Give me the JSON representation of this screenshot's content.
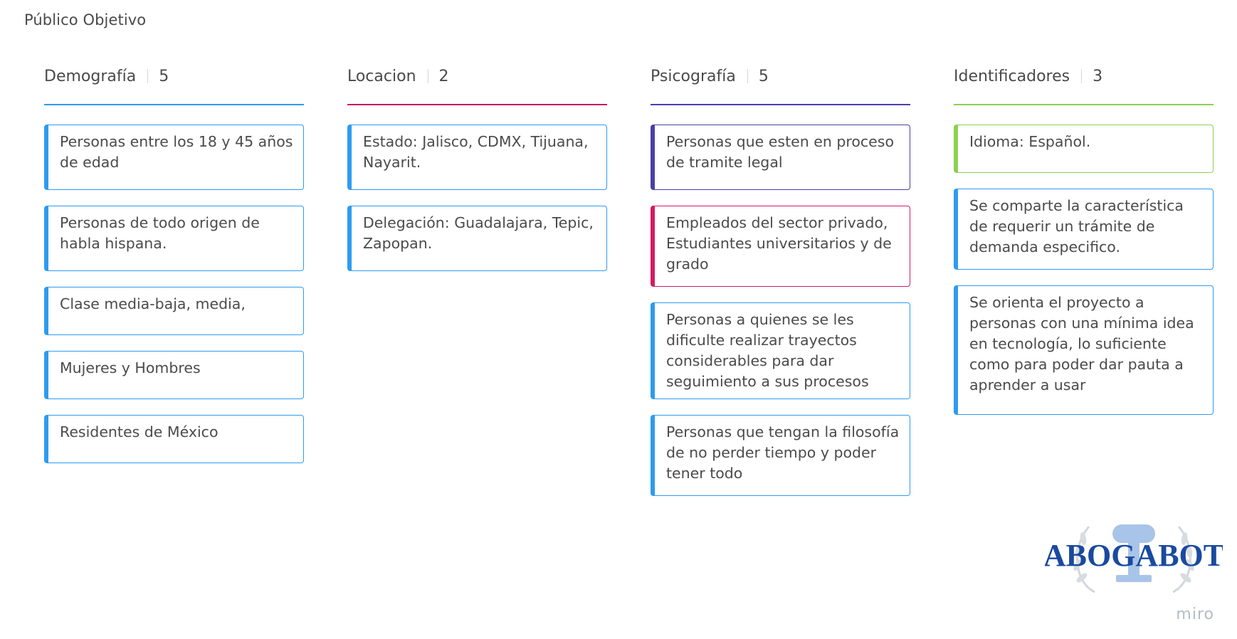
{
  "board": {
    "title": "Público Objetivo"
  },
  "columns": [
    {
      "title": "Demografía",
      "count": "5",
      "color": "#2d9bf0",
      "cards": [
        {
          "text": "Personas entre los 18 y 45 años de edad",
          "color": "#2d9bf0"
        },
        {
          "text": "Personas de todo origen de habla hispana.",
          "color": "#2d9bf0"
        },
        {
          "text": "Clase media-baja, media,",
          "color": "#2d9bf0"
        },
        {
          "text": "Mujeres y Hombres",
          "color": "#2d9bf0"
        },
        {
          "text": "Residentes de México",
          "color": "#2d9bf0"
        }
      ]
    },
    {
      "title": "Locacion",
      "count": "2",
      "color": "#c71a5c",
      "cards": [
        {
          "text": "Estado: Jalisco, CDMX, Tijuana, Nayarit.",
          "color": "#2d9bf0"
        },
        {
          "text": "Delegación: Guadalajara, Tepic, Zapopan.",
          "color": "#2d9bf0"
        }
      ]
    },
    {
      "title": "Psicografía",
      "count": "5",
      "color": "#4a3fa8",
      "cards": [
        {
          "text": "Personas que esten en proceso de tramite legal",
          "color": "#4a3fa8"
        },
        {
          "text": "Empleados del sector privado, Estudiantes universitarios y de grado",
          "color": "#d61b62"
        },
        {
          "text": "Personas a quienes se les dificulte realizar trayectos considerables para dar seguimiento a sus procesos",
          "color": "#2d9bf0"
        },
        {
          "text": "Personas que tengan la filosofía de no perder tiempo y poder tener todo",
          "color": "#2d9bf0"
        }
      ]
    },
    {
      "title": "Identificadores",
      "count": "3",
      "color": "#8bd150",
      "cards": [
        {
          "text": "Idioma: Español.",
          "color": "#8bd150"
        },
        {
          "text": "Se comparte la característica de requerir un trámite de demanda especifico.",
          "color": "#2d9bf0"
        },
        {
          "text": "Se orienta el proyecto a personas con una mínima idea en tecnología, lo suficiente como para poder dar pauta a aprender a usar",
          "color": "#2d9bf0"
        }
      ]
    }
  ],
  "logo": {
    "text": "ABOGABOT",
    "color": "#1a4aa0",
    "emblem_color": "#a8c4e8",
    "icon": "gavel-laurel-icon"
  },
  "watermark": {
    "text": "miro"
  }
}
